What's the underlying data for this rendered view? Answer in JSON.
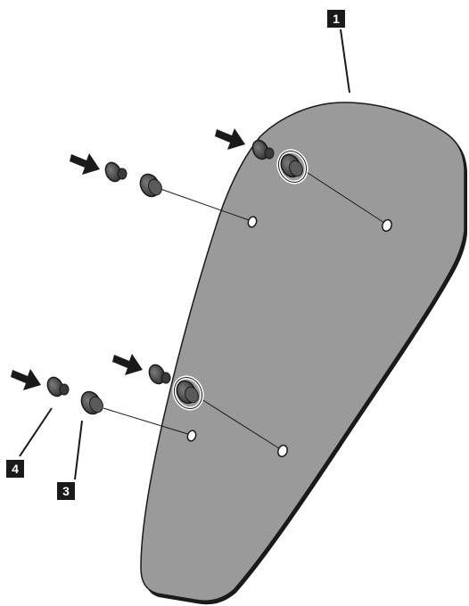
{
  "callouts": {
    "c1": "1",
    "c3": "3",
    "c4": "4"
  },
  "colors": {
    "panel_fill": "#9a9a9a",
    "outline": "#1a1a1a",
    "part_dark": "#4a4a4a",
    "highlight_ring": "#ffffff"
  }
}
